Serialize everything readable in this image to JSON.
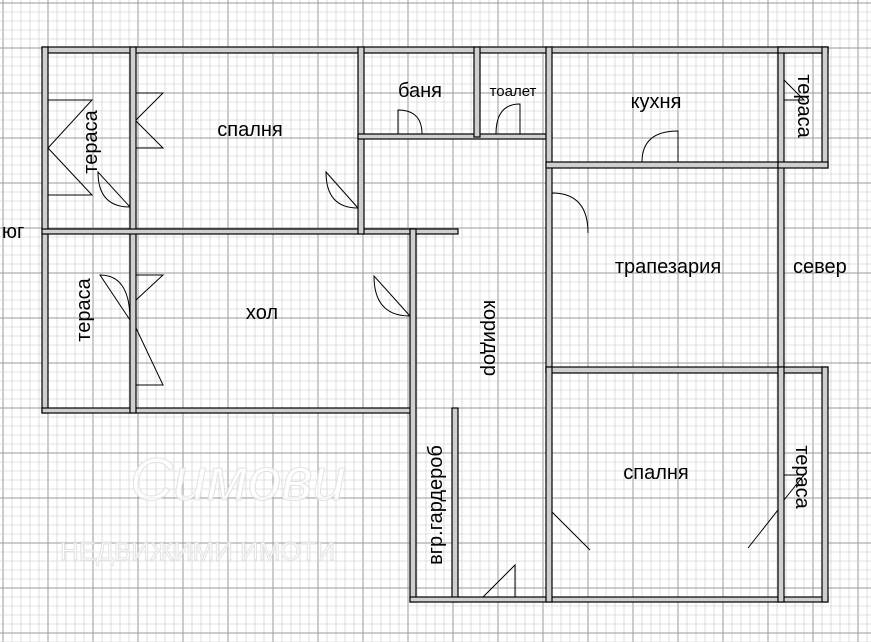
{
  "rooms": {
    "terrace_south_top": "тераса",
    "bedroom_1": "спалня",
    "bathroom": "баня",
    "toilet": "тоалет",
    "kitchen": "кухня",
    "terrace_north_top": "тераса",
    "terrace_south_bottom": "тераса",
    "living_room": "хол",
    "corridor": "коридор",
    "dining_room": "трапезария",
    "bedroom_2": "спалня",
    "terrace_north_bottom": "тераса",
    "wardrobe": "вгр.гардероб"
  },
  "orientation": {
    "south": "юг",
    "north": "север"
  },
  "watermark": {
    "line1": "Симови",
    "line2": "НЕДВИЖИМИ ИМОТИ"
  },
  "colors": {
    "grid_minor": "#c8c8c8",
    "grid_major": "#9a9a9a",
    "wall": "#000000"
  }
}
